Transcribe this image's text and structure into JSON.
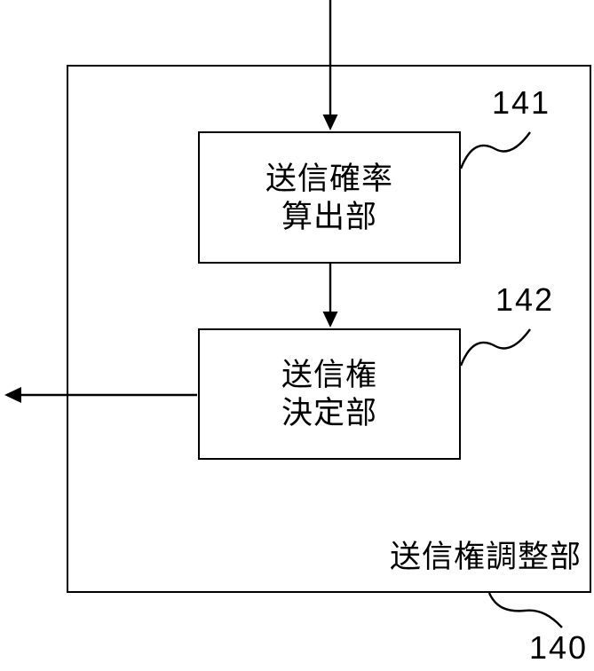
{
  "figure": {
    "outer_unit": {
      "label": "送信権調整部",
      "ref": "140"
    },
    "blocks": [
      {
        "ref": "141",
        "label_line1": "送信確率",
        "label_line2": "算出部"
      },
      {
        "ref": "142",
        "label_line1": "送信権",
        "label_line2": "決定部"
      }
    ],
    "colors": {
      "ink": "#000000",
      "background": "#ffffff"
    }
  }
}
